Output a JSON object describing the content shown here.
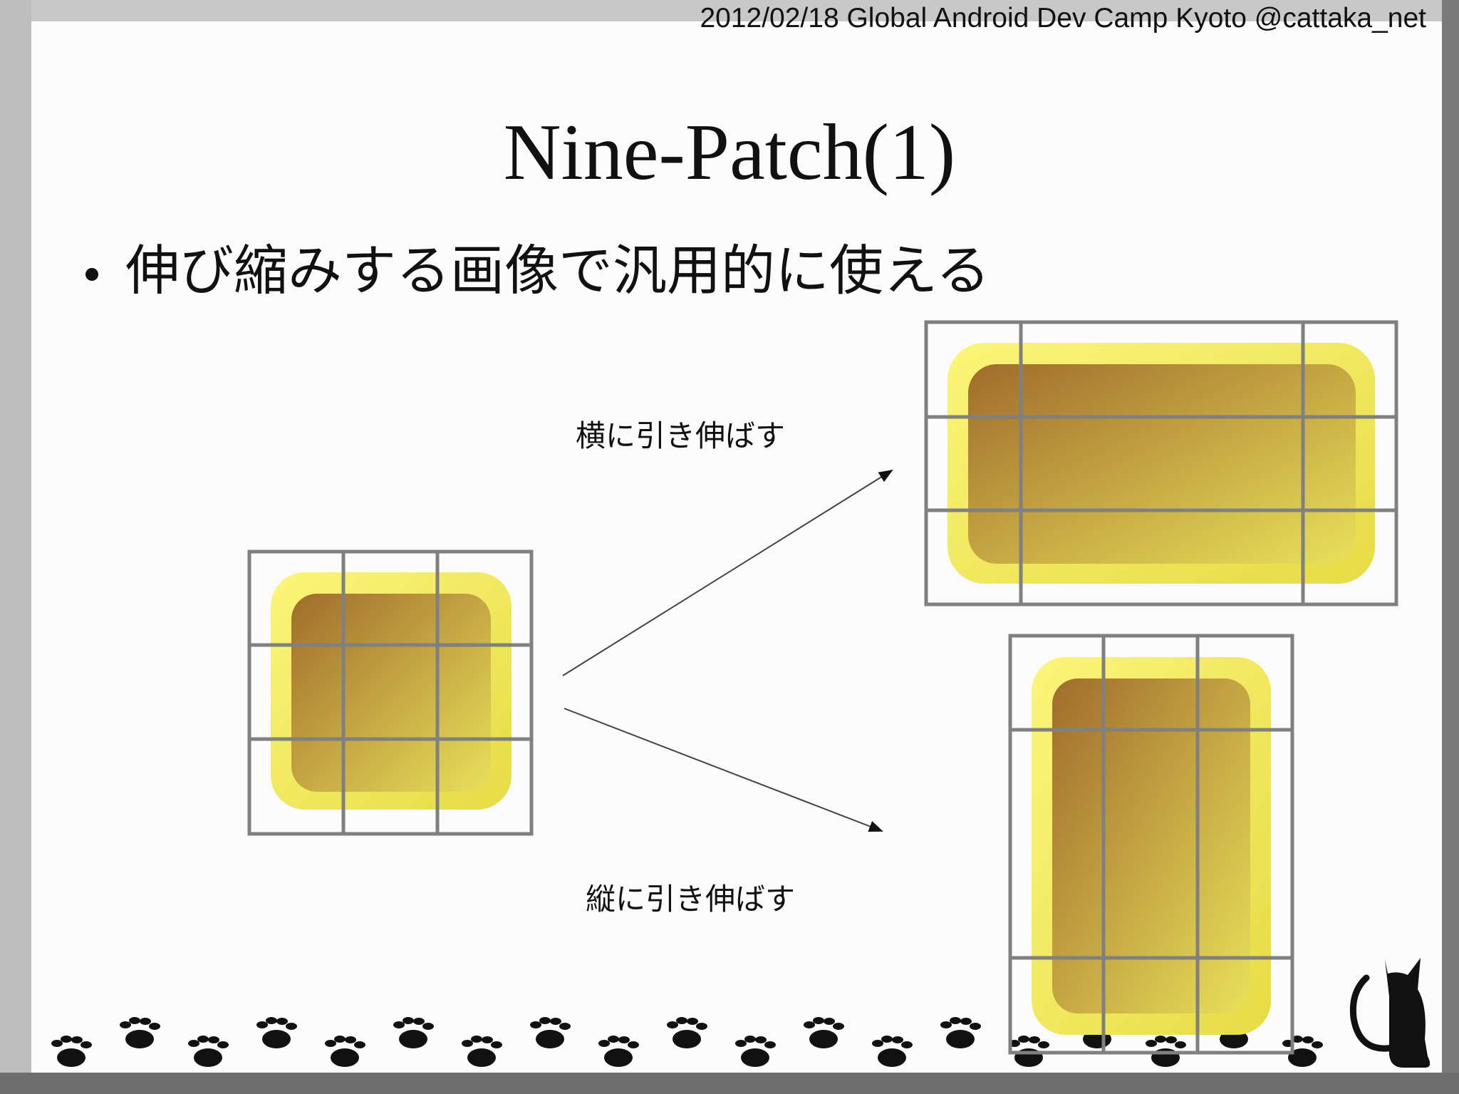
{
  "header": {
    "event": "2012/02/18 Global Android Dev Camp Kyoto @cattaka_net"
  },
  "slide": {
    "title": "Nine-Patch(1)",
    "bullets": [
      "伸び縮みする画像で汎用的に使える"
    ]
  },
  "diagram": {
    "caption_horizontal": "横に引き伸ばす",
    "caption_vertical": "縦に引き伸ばす",
    "grid_color": "#808080",
    "outer_color": "#f4ee5e",
    "inner_gradient": [
      "#a06c2c",
      "#e9e15a"
    ]
  },
  "footer": {
    "decoration": [
      "paw-print-icon",
      "cat-silhouette-icon"
    ]
  }
}
